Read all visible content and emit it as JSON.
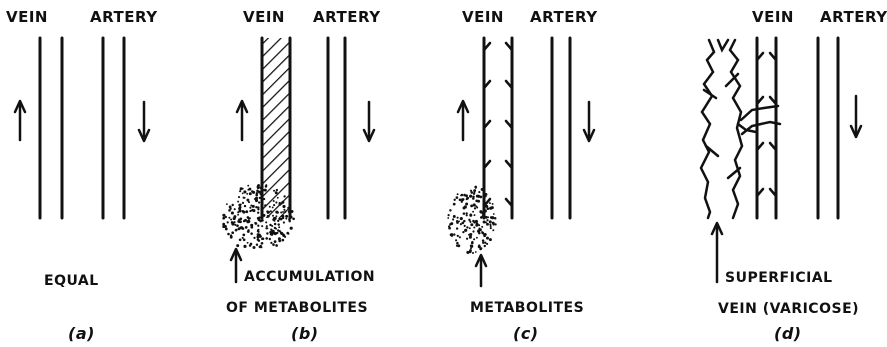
{
  "panels": [
    {
      "vein_label": "VEIN",
      "artery_label": "ARTERY",
      "caption_lines": [
        "EQUAL"
      ],
      "panel_label": "(a)"
    },
    {
      "vein_label": "VEIN",
      "artery_label": "ARTERY",
      "caption_lines": [
        "ACCUMULATION",
        "OF METABOLITES"
      ],
      "panel_label": "(b)"
    },
    {
      "vein_label": "VEIN",
      "artery_label": "ARTERY",
      "caption_lines": [
        "METABOLITES"
      ],
      "panel_label": "(c)"
    },
    {
      "vein_label": "VEIN",
      "artery_label": "ARTERY",
      "caption_lines": [
        "SUPERFICIAL",
        "VEIN (VARICOSE)"
      ],
      "panel_label": "(d)"
    }
  ]
}
